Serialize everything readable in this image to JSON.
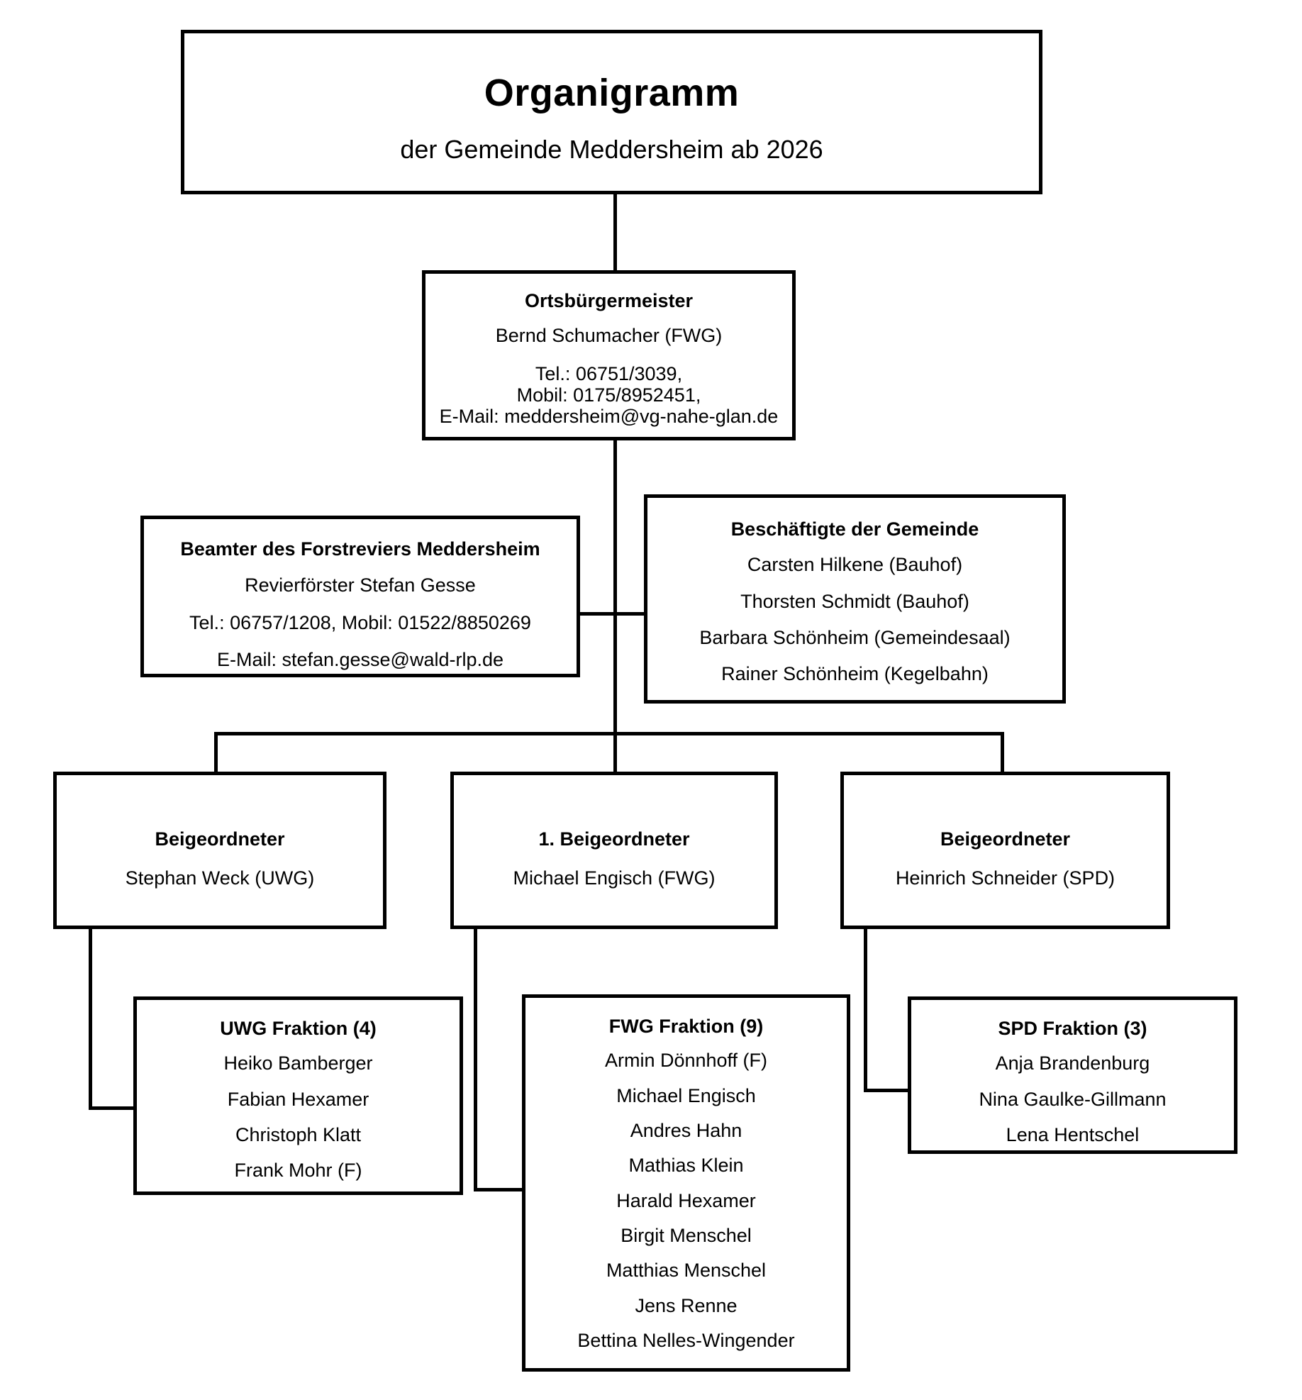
{
  "title_box": {
    "main": "Organigramm",
    "sub": "der Gemeinde Meddersheim ab 2026"
  },
  "mayor": {
    "role": "Ortsbürgermeister",
    "name": "Bernd Schumacher (FWG)",
    "tel": "Tel.: 06751/3039,",
    "mobil": "Mobil: 0175/8952451,",
    "email": "E-Mail: meddersheim@vg-nahe-glan.de"
  },
  "forester": {
    "role": "Beamter des Forstreviers Meddersheim",
    "name": "Revierförster Stefan Gesse",
    "tel": "Tel.: 06757/1208,  Mobil: 01522/8850269",
    "email": "E-Mail: stefan.gesse@wald-rlp.de"
  },
  "employees": {
    "header": "Beschäftigte der Gemeinde",
    "items": [
      "Carsten Hilkene (Bauhof)",
      "Thorsten Schmidt (Bauhof)",
      "Barbara Schönheim (Gemeindesaal)",
      "Rainer Schönheim (Kegelbahn)"
    ]
  },
  "deputies": {
    "left": {
      "role": "Beigeordneter",
      "name": "Stephan Weck (UWG)"
    },
    "center": {
      "role": "1. Beigeordneter",
      "name": "Michael Engisch (FWG)"
    },
    "right": {
      "role": "Beigeordneter",
      "name": "Heinrich Schneider (SPD)"
    }
  },
  "fractions": {
    "uwg": {
      "header": "UWG Fraktion (4)",
      "members": [
        "Heiko Bamberger",
        "Fabian Hexamer",
        "Christoph Klatt",
        "Frank Mohr (F)"
      ]
    },
    "fwg": {
      "header": "FWG Fraktion (9)",
      "members": [
        "Armin Dönnhoff  (F)",
        "Michael Engisch",
        "Andres Hahn",
        "Mathias Klein",
        "Harald Hexamer",
        "Birgit Menschel",
        "Matthias Menschel",
        "Jens Renne",
        "Bettina Nelles-Wingender"
      ]
    },
    "spd": {
      "header": "SPD Fraktion (3)",
      "members": [
        "Anja Brandenburg",
        "Nina Gaulke-Gillmann",
        "Lena Hentschel"
      ]
    }
  }
}
